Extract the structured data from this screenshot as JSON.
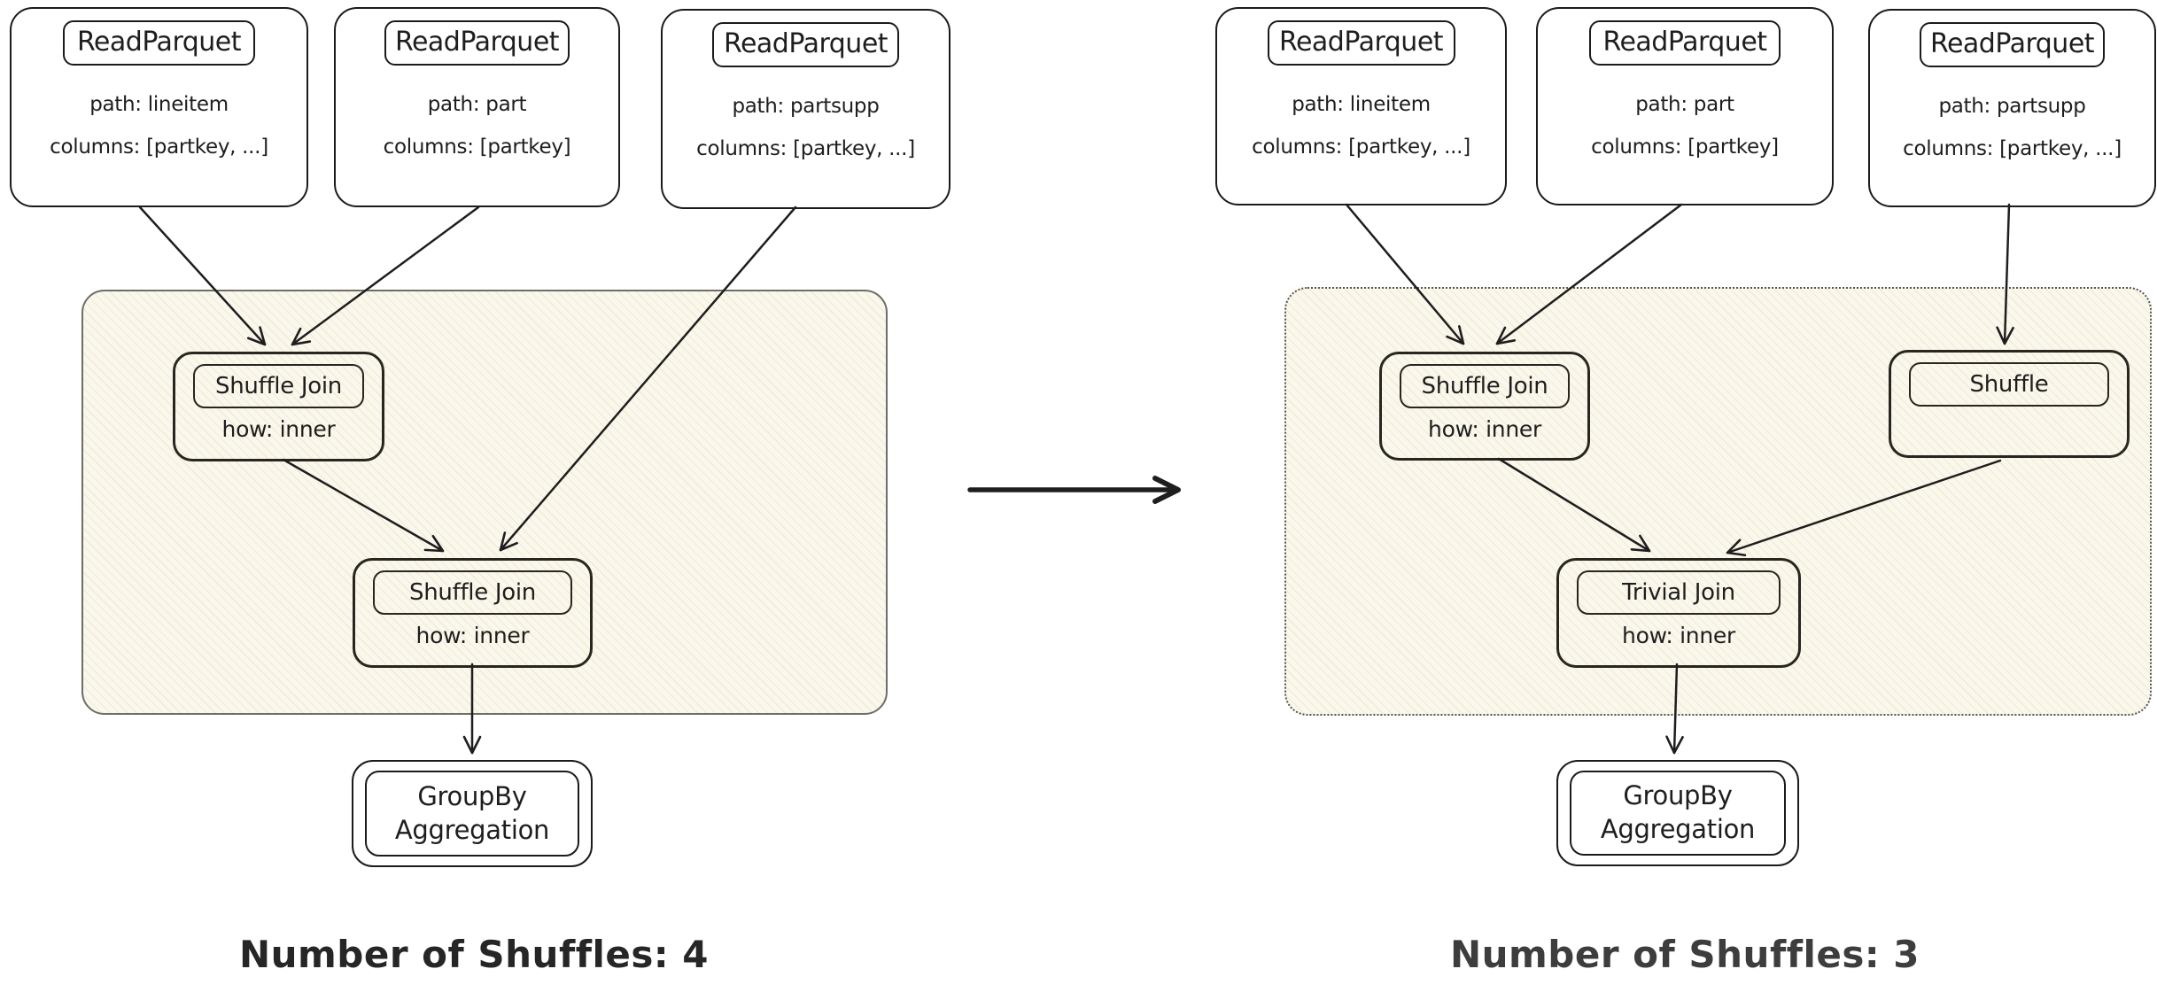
{
  "colors": {
    "ink": "#1e1e1e",
    "node_border": "#27271f",
    "panel_fill": "#faf8ed",
    "panel_border_solid": "#6e6e66",
    "panel_border_dotted": "#55554e",
    "caption_left": "#262626",
    "caption_right": "#3d3d3d",
    "background": "#ffffff"
  },
  "left_plan": {
    "read_nodes": [
      {
        "title": "ReadParquet",
        "path": "path: lineitem",
        "columns": "columns: [partkey, ...]"
      },
      {
        "title": "ReadParquet",
        "path": "path: part",
        "columns": "columns: [partkey]"
      },
      {
        "title": "ReadParquet",
        "path": "path: partsupp",
        "columns": "columns: [partkey, ...]"
      }
    ],
    "op_nodes": [
      {
        "title": "Shuffle Join",
        "how": "how: inner"
      },
      {
        "title": "Shuffle Join",
        "how": "how: inner"
      }
    ],
    "groupby": {
      "line1": "GroupBy",
      "line2": "Aggregation"
    },
    "caption": "Number of Shuffles: 4"
  },
  "right_plan": {
    "read_nodes": [
      {
        "title": "ReadParquet",
        "path": "path: lineitem",
        "columns": "columns: [partkey, ...]"
      },
      {
        "title": "ReadParquet",
        "path": "path: part",
        "columns": "columns: [partkey]"
      },
      {
        "title": "ReadParquet",
        "path": "path: partsupp",
        "columns": "columns: [partkey, ...]"
      }
    ],
    "op_nodes": [
      {
        "title": "Shuffle Join",
        "how": "how: inner"
      },
      {
        "title": "Shuffle"
      },
      {
        "title": "Trivial Join",
        "how": "how: inner"
      }
    ],
    "groupby": {
      "line1": "GroupBy",
      "line2": "Aggregation"
    },
    "caption": "Number of Shuffles: 3"
  }
}
